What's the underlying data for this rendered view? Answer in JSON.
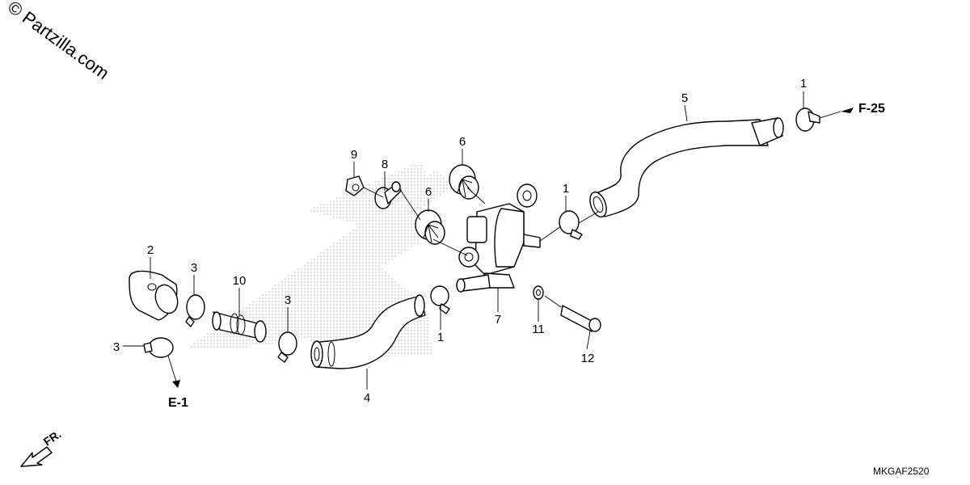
{
  "watermark": "© Partzilla.com",
  "diagram_code": "MKGAF2520",
  "references": {
    "to_f25": "F-25",
    "to_e1": "E-1",
    "front": "FR."
  },
  "callouts": [
    {
      "id": "c1a",
      "label": "1"
    },
    {
      "id": "c5",
      "label": "5"
    },
    {
      "id": "c9",
      "label": "9"
    },
    {
      "id": "c8",
      "label": "8"
    },
    {
      "id": "c6a",
      "label": "6"
    },
    {
      "id": "c6b",
      "label": "6"
    },
    {
      "id": "c1b",
      "label": "1"
    },
    {
      "id": "c2",
      "label": "2"
    },
    {
      "id": "c3a",
      "label": "3"
    },
    {
      "id": "c10",
      "label": "10"
    },
    {
      "id": "c3b",
      "label": "3"
    },
    {
      "id": "c3c",
      "label": "3"
    },
    {
      "id": "c1c",
      "label": "1"
    },
    {
      "id": "c7",
      "label": "7"
    },
    {
      "id": "c11",
      "label": "11"
    },
    {
      "id": "c12",
      "label": "12"
    },
    {
      "id": "c4",
      "label": "4"
    }
  ]
}
